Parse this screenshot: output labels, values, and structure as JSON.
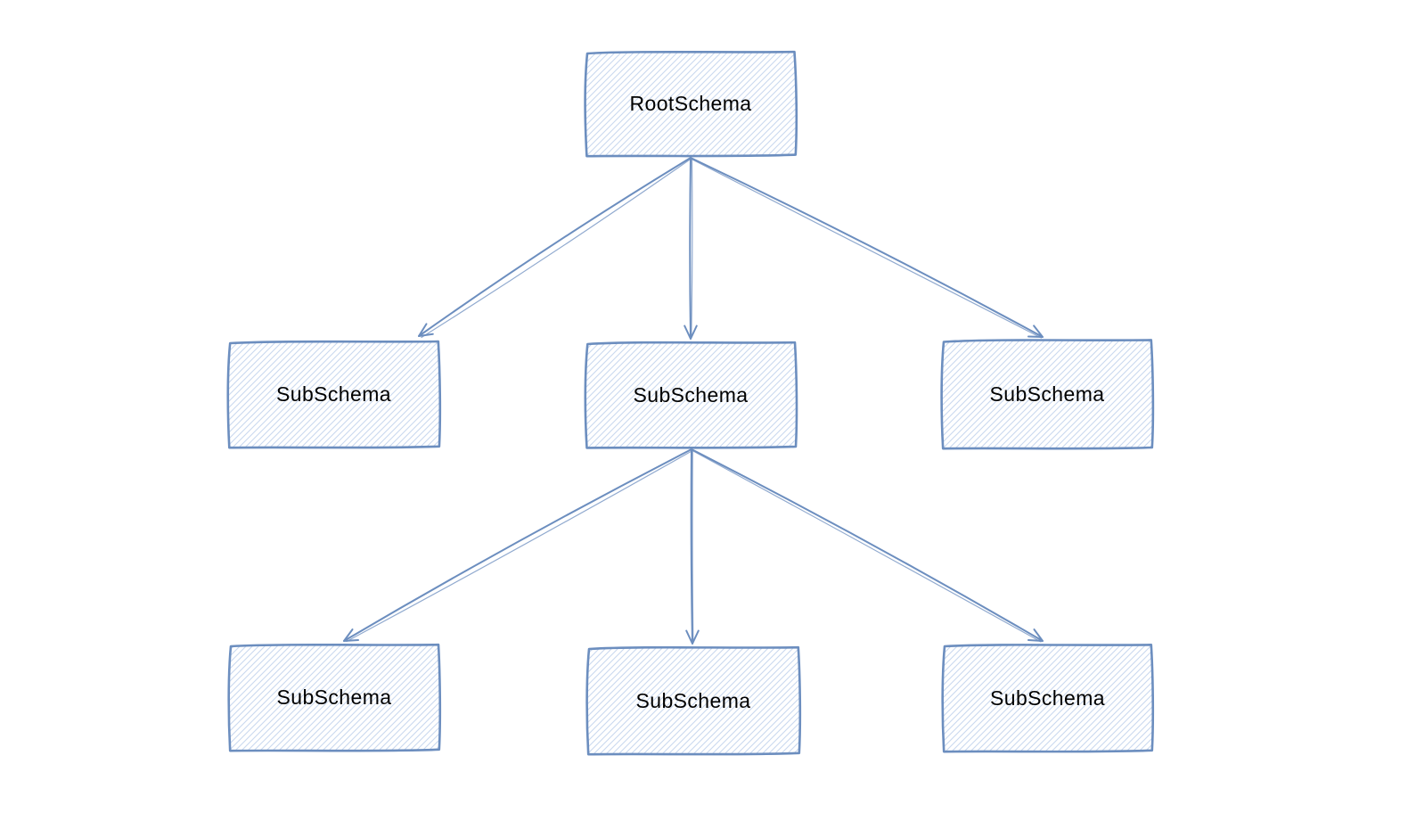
{
  "diagram": {
    "nodes": [
      {
        "id": "root",
        "label": "RootSchema"
      },
      {
        "id": "sub-mid-left",
        "label": "SubSchema"
      },
      {
        "id": "sub-mid-center",
        "label": "SubSchema"
      },
      {
        "id": "sub-mid-right",
        "label": "SubSchema"
      },
      {
        "id": "sub-bottom-left",
        "label": "SubSchema"
      },
      {
        "id": "sub-bottom-center",
        "label": "SubSchema"
      },
      {
        "id": "sub-bottom-right",
        "label": "SubSchema"
      }
    ],
    "edges": [
      {
        "from": "root",
        "to": "sub-mid-left"
      },
      {
        "from": "root",
        "to": "sub-mid-center"
      },
      {
        "from": "root",
        "to": "sub-mid-right"
      },
      {
        "from": "sub-mid-center",
        "to": "sub-bottom-left"
      },
      {
        "from": "sub-mid-center",
        "to": "sub-bottom-center"
      },
      {
        "from": "sub-mid-center",
        "to": "sub-bottom-right"
      }
    ],
    "colors": {
      "stroke": "#6c8ebf",
      "hatch": "#c9d8f0",
      "text": "#000000",
      "background": "#ffffff"
    }
  }
}
